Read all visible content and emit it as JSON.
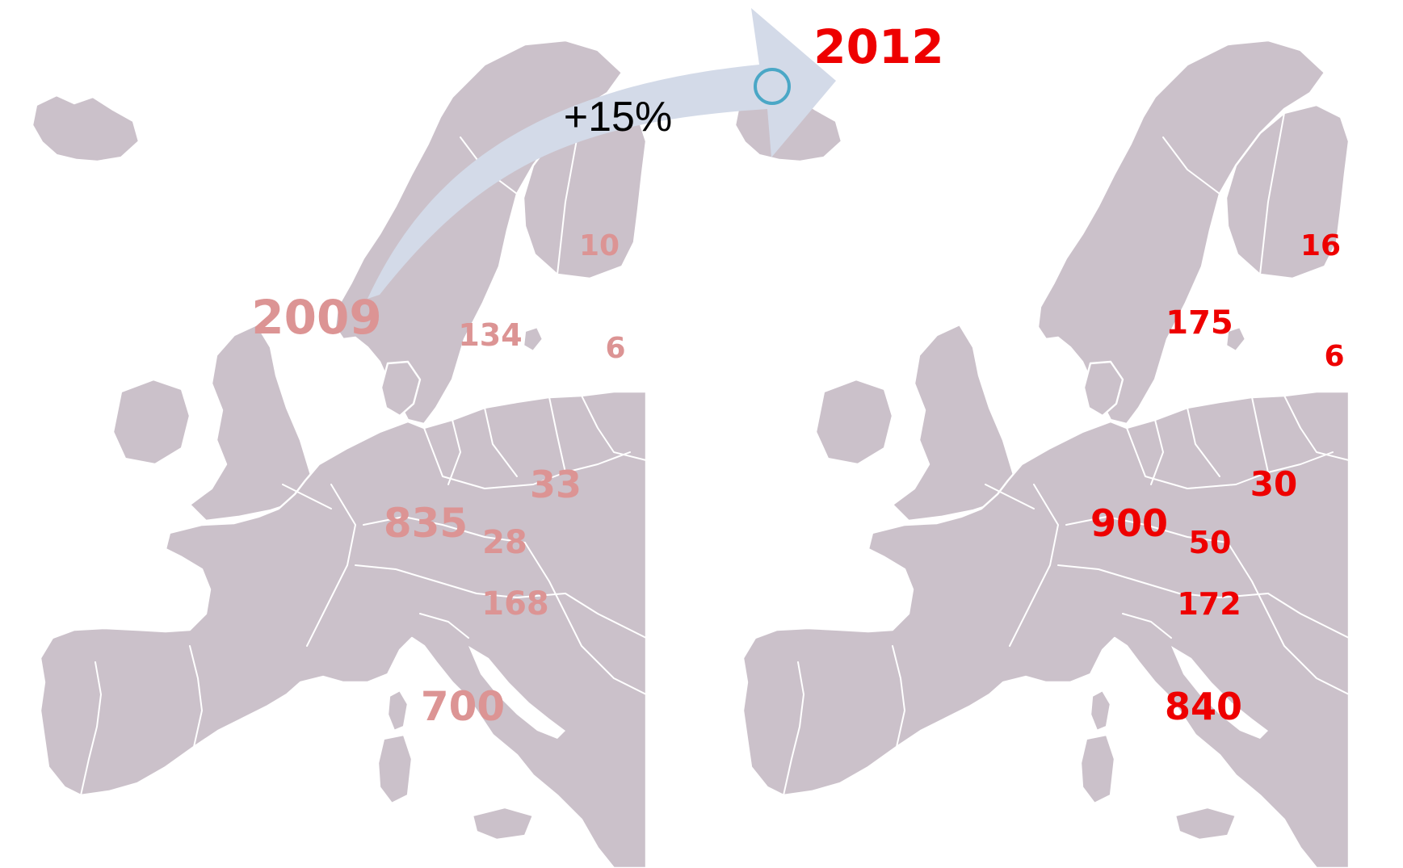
{
  "map_left": {
    "year": "2009",
    "regions": [
      {
        "name": "finland",
        "value": "10"
      },
      {
        "name": "sweden",
        "value": "134"
      },
      {
        "name": "latvia",
        "value": "6"
      },
      {
        "name": "poland",
        "value": "33"
      },
      {
        "name": "germany",
        "value": "835"
      },
      {
        "name": "czech-republic",
        "value": "28"
      },
      {
        "name": "austria",
        "value": "168"
      },
      {
        "name": "italy",
        "value": "700"
      }
    ]
  },
  "map_right": {
    "year": "2012",
    "regions": [
      {
        "name": "finland",
        "value": "16"
      },
      {
        "name": "sweden",
        "value": "175"
      },
      {
        "name": "latvia",
        "value": "6"
      },
      {
        "name": "poland",
        "value": "30"
      },
      {
        "name": "germany",
        "value": "900"
      },
      {
        "name": "czech-republic",
        "value": "50"
      },
      {
        "name": "austria",
        "value": "172"
      },
      {
        "name": "italy",
        "value": "840"
      }
    ]
  },
  "arrow": {
    "label": "+15%"
  },
  "colors": {
    "land": "#cbc1ca",
    "border": "#ffffff",
    "old_values": "#dc9494",
    "new_values": "#ee0000",
    "arrow_fill": "#d3dae8",
    "marker_ring": "#4aa7c6"
  }
}
